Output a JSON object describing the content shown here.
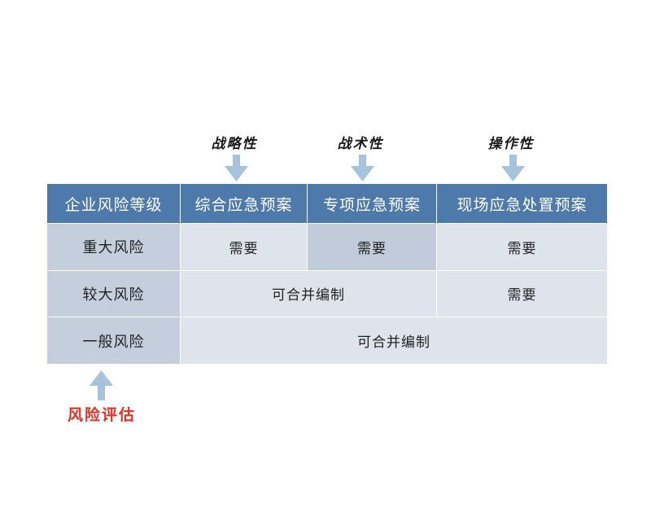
{
  "figure": {
    "colors": {
      "header_blue": "#4d79ab",
      "row_head_fill": "#c5cedd",
      "cell_fill": "#dfe3ec",
      "cell_highlight_fill": "#c2cbda",
      "arrow_fill": "#a7c2dc",
      "caption_red": "#ee2d24",
      "background": "#ffffff"
    },
    "annotations": {
      "top": [
        {
          "name": "strategic",
          "text": "战略性",
          "arrow": "down-arrow-icon"
        },
        {
          "name": "tactical",
          "text": "战术性",
          "arrow": "down-arrow-icon"
        },
        {
          "name": "operational",
          "text": "操作性",
          "arrow": "down-arrow-icon"
        }
      ],
      "bottom": {
        "name": "risk-assessment",
        "text": "风险评估",
        "arrow": "up-arrow-icon"
      }
    },
    "table": {
      "headers": [
        "企业风险等级",
        "综合应急预案",
        "专项应急预案",
        "现场应急处置预案"
      ],
      "rows": [
        {
          "level": "重大风险",
          "cells": [
            {
              "text": "需要",
              "span": 1,
              "highlight": false
            },
            {
              "text": "需要",
              "span": 1,
              "highlight": true
            },
            {
              "text": "需要",
              "span": 1,
              "highlight": false
            }
          ]
        },
        {
          "level": "较大风险",
          "cells": [
            {
              "text": "可合并编制",
              "span": 2,
              "highlight": false
            },
            {
              "text": "需要",
              "span": 1,
              "highlight": false
            }
          ]
        },
        {
          "level": "一般风险",
          "cells": [
            {
              "text": "可合并编制",
              "span": 3,
              "highlight": false
            }
          ]
        }
      ]
    }
  }
}
